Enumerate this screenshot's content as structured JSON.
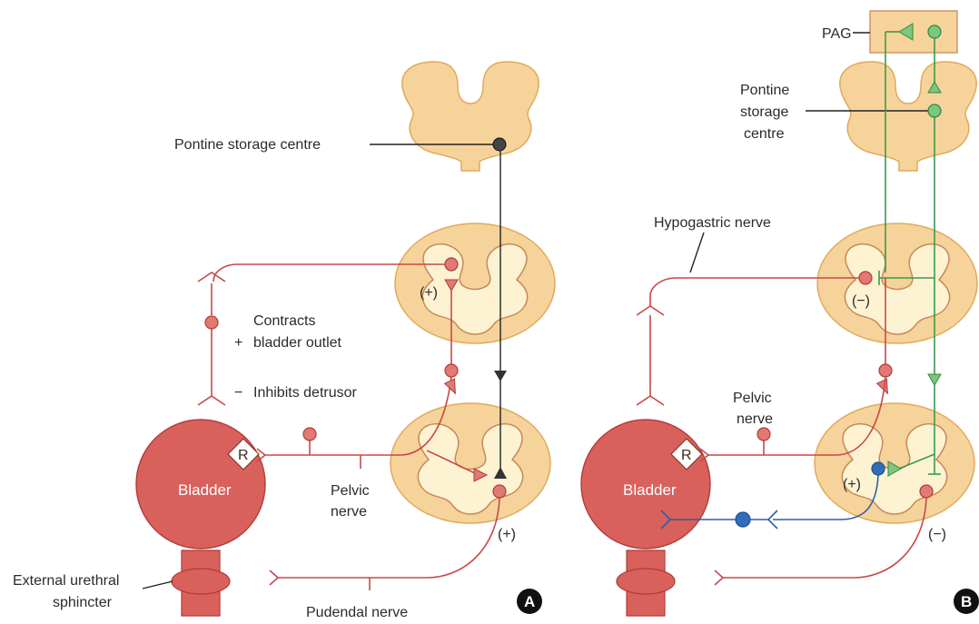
{
  "panel_a": {
    "pontine_label": "Pontine storage centre",
    "plus_upper": "(+)",
    "legend_plus_sign": "+",
    "legend_plus_text_1": "Contracts",
    "legend_plus_text_2": "bladder outlet",
    "legend_minus_sign": "−",
    "legend_minus_text": "Inhibits detrusor",
    "r_label": "R",
    "bladder_label": "Bladder",
    "pelvic_label_1": "Pelvic",
    "pelvic_label_2": "nerve",
    "plus_lower": "(+)",
    "sphincter_label_1": "External urethral",
    "sphincter_label_2": "sphincter",
    "pudendal_label": "Pudendal nerve",
    "badge": "A"
  },
  "panel_b": {
    "pag_label": "PAG",
    "pontine_label_1": "Pontine",
    "pontine_label_2": "storage",
    "pontine_label_3": "centre",
    "hypogastric_label": "Hypogastric nerve",
    "minus_upper": "(−)",
    "pelvic_label_1": "Pelvic",
    "pelvic_label_2": "nerve",
    "r_label": "R",
    "bladder_label": "Bladder",
    "plus_lower": "(+)",
    "minus_lower": "(−)",
    "badge": "B"
  },
  "colors": {
    "bladder": "#d9615c",
    "spinal_cord": "#f6d39a",
    "grey_matter": "#fdf3d2",
    "red_pathway": "#c9484a",
    "green_pathway": "#3c9a4a",
    "blue_pathway": "#2f5fa5",
    "black_pathway": "#222222",
    "pag_box": "#f6d39a"
  }
}
